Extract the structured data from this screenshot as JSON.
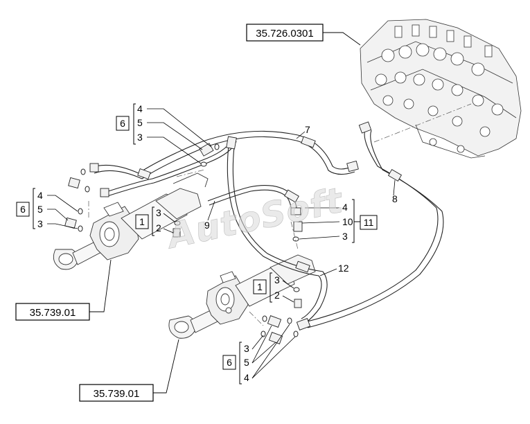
{
  "references": {
    "valve_block": "35.726.0301",
    "cylinder_upper": "35.739.01",
    "cylinder_lower": "35.739.01"
  },
  "group_labels": {
    "g6_top": "6",
    "g6_left": "6",
    "g6_bottom": "6",
    "g1_mid": "1",
    "g1_low": "1",
    "g11": "11"
  },
  "callouts": {
    "c4_top": "4",
    "c5_top": "5",
    "c3_top": "3",
    "c4_left": "4",
    "c5_left": "5",
    "c3_left": "3",
    "c3_mid": "3",
    "c2_mid": "2",
    "c7": "7",
    "c8": "8",
    "c9": "9",
    "c4_right": "4",
    "c10_right": "10",
    "c3_right": "3",
    "c12": "12",
    "c3_low": "3",
    "c2_low": "2",
    "c3_bottom": "3",
    "c5_bottom": "5",
    "c4_bottom": "4"
  },
  "watermark": "AutoSoft"
}
